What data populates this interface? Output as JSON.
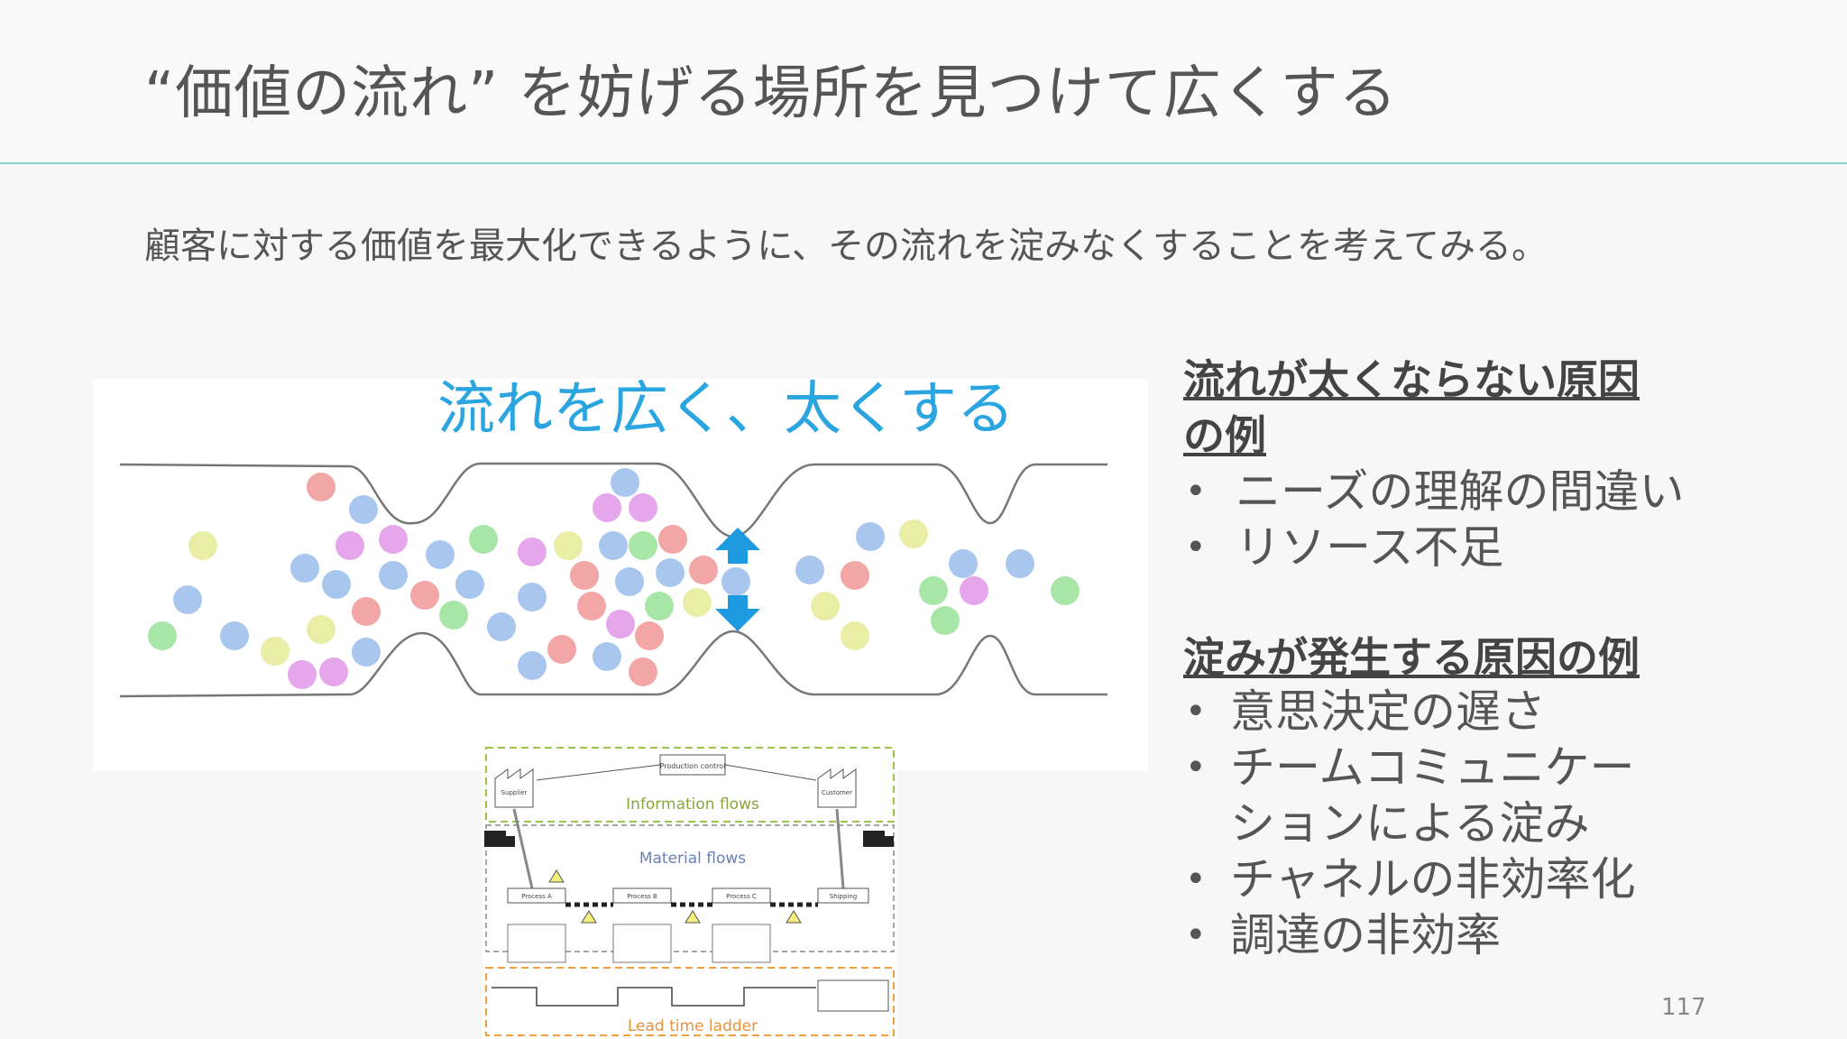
{
  "slide": {
    "title": "“価値の流れ” を妨げる場所を見つけて広くする",
    "subtitle": "顧客に対する価値を最大化できるように、その流れを淀みなくすることを考えてみる。",
    "page_number": "117"
  },
  "flow_diagram": {
    "heading": "流れを広く、太くする"
  },
  "vsm_diagram": {
    "information_flows": "Information flows",
    "material_flows": "Material flows",
    "lead_time_ladder": "Lead time ladder",
    "production_control": "Production control",
    "supplier": "Supplier",
    "customer": "Customer",
    "process_a": "Process A",
    "process_b": "Process B",
    "process_c": "Process C",
    "shipping": "Shipping"
  },
  "sections": {
    "causes_narrow": {
      "heading_line1": "流れが太くならない原因",
      "heading_line2": "の例",
      "items": [
        "ニーズの理解の間違い",
        "リソース不足"
      ]
    },
    "causes_stagnation": {
      "heading": "淀みが発生する原因の例",
      "items": [
        "意思決定の遅さ",
        "チームコミュニケー",
        "ションによる淀み",
        "チャネルの非効率化",
        "調達の非効率"
      ]
    }
  },
  "colors": {
    "accent_blue": "#2aa5e0",
    "divider": "#8ecfd8",
    "arrow": "#1e9be0"
  }
}
